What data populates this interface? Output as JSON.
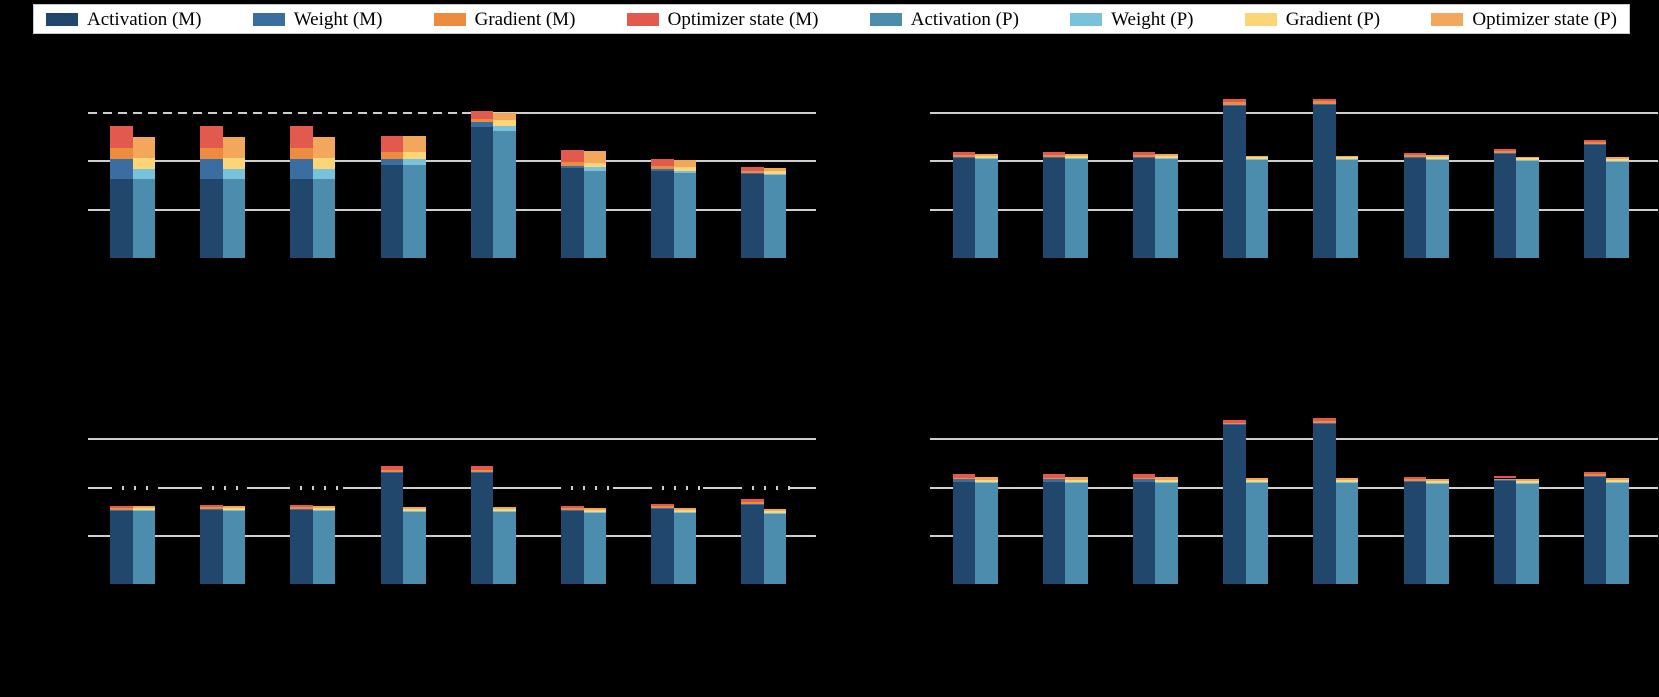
{
  "figure": {
    "background": "#000000",
    "note": "All titles, axis labels, tick labels and bar annotations of the original figure are rendered in black on a black background and are therefore not visible; only the legend, white gridlines (with text-shaped gaps) and the stacked bars are visible."
  },
  "legend": {
    "entries": [
      {
        "label": "Activation (M)",
        "color_key": "activation_m"
      },
      {
        "label": "Weight (M)",
        "color_key": "weight_m"
      },
      {
        "label": "Gradient (M)",
        "color_key": "gradient_m"
      },
      {
        "label": "Optimizer state (M)",
        "color_key": "optimizer_m"
      },
      {
        "label": "Activation (P)",
        "color_key": "activation_p"
      },
      {
        "label": "Weight (P)",
        "color_key": "weight_p"
      },
      {
        "label": "Gradient (P)",
        "color_key": "gradient_p"
      },
      {
        "label": "Optimizer state (P)",
        "color_key": "optimizer_p"
      }
    ]
  },
  "chart_data": {
    "type": "bar",
    "stacked": true,
    "layout_hint": "2x2 grid of subplots; each subplot has 8 groups; each group is a pair of adjacent stacked bars: M (left) and P (right)",
    "legend_position": "top strip, white background, horizontal",
    "grid": "3 horizontal white gridlines per subplot; axis/tick text not visible (black on black)",
    "value_units": "relative units: 1.0 equals one gridline spacing (numeric y-axis labels are not visible in the image)",
    "segment_order_bottom_to_top": [
      "activation",
      "weight",
      "gradient",
      "optimizer_state"
    ],
    "colors": {
      "activation_m": "#21486c",
      "weight_m": "#3a6da0",
      "gradient_m": "#ed8b3e",
      "optimizer_m": "#e2594e",
      "activation_p": "#4c8dad",
      "weight_p": "#79c2dc",
      "gradient_p": "#fcd577",
      "optimizer_p": "#f3a75c",
      "gridline": "#cfcfcf"
    },
    "subplots": [
      {
        "id": "top-left",
        "gridlines_y_units": [
          1,
          2,
          3
        ],
        "groups": [
          {
            "m": [
              1.63,
              0.41,
              0.24,
              0.45
            ],
            "p": [
              1.63,
              0.21,
              0.23,
              0.43
            ]
          },
          {
            "m": [
              1.63,
              0.41,
              0.24,
              0.45
            ],
            "p": [
              1.63,
              0.21,
              0.23,
              0.43
            ]
          },
          {
            "m": [
              1.63,
              0.41,
              0.24,
              0.45
            ],
            "p": [
              1.63,
              0.21,
              0.23,
              0.43
            ]
          },
          {
            "m": [
              1.92,
              0.12,
              0.15,
              0.33
            ],
            "p": [
              1.92,
              0.12,
              0.15,
              0.33
            ]
          },
          {
            "m": [
              2.71,
              0.1,
              0.06,
              0.17
            ],
            "p": [
              2.62,
              0.12,
              0.12,
              0.15
            ]
          },
          {
            "m": [
              1.86,
              0.04,
              0.08,
              0.25
            ],
            "p": [
              1.8,
              0.08,
              0.08,
              0.25
            ]
          },
          {
            "m": [
              1.8,
              0.04,
              0.06,
              0.15
            ],
            "p": [
              1.76,
              0.04,
              0.08,
              0.15
            ]
          },
          {
            "m": [
              1.74,
              0.02,
              0.04,
              0.08
            ],
            "p": [
              1.72,
              0.02,
              0.06,
              0.06
            ]
          }
        ]
      },
      {
        "id": "top-right",
        "gridlines_y_units": [
          1,
          2,
          3
        ],
        "groups": [
          {
            "m": [
              2.07,
              0.02,
              0.04,
              0.06
            ],
            "p": [
              2.05,
              0.02,
              0.04,
              0.04
            ]
          },
          {
            "m": [
              2.07,
              0.02,
              0.04,
              0.06
            ],
            "p": [
              2.05,
              0.02,
              0.04,
              0.04
            ]
          },
          {
            "m": [
              2.07,
              0.02,
              0.04,
              0.06
            ],
            "p": [
              2.05,
              0.02,
              0.04,
              0.04
            ]
          },
          {
            "m": [
              3.14,
              0.02,
              0.06,
              0.06
            ],
            "p": [
              2.02,
              0.02,
              0.04,
              0.04
            ]
          },
          {
            "m": [
              3.16,
              0.02,
              0.06,
              0.06
            ],
            "p": [
              2.02,
              0.02,
              0.04,
              0.04
            ]
          },
          {
            "m": [
              2.07,
              0.02,
              0.04,
              0.05
            ],
            "p": [
              2.03,
              0.02,
              0.04,
              0.04
            ]
          },
          {
            "m": [
              2.15,
              0.02,
              0.04,
              0.05
            ],
            "p": [
              2.0,
              0.02,
              0.04,
              0.04
            ]
          },
          {
            "m": [
              2.33,
              0.02,
              0.04,
              0.05
            ],
            "p": [
              1.98,
              0.02,
              0.04,
              0.04
            ]
          }
        ]
      },
      {
        "id": "bottom-left",
        "gridlines_y_units": [
          1,
          2,
          3
        ],
        "groups": [
          {
            "m": [
              1.52,
              0.02,
              0.03,
              0.05
            ],
            "p": [
              1.52,
              0.02,
              0.03,
              0.04
            ]
          },
          {
            "m": [
              1.54,
              0.02,
              0.03,
              0.06
            ],
            "p": [
              1.52,
              0.02,
              0.03,
              0.04
            ]
          },
          {
            "m": [
              1.54,
              0.02,
              0.03,
              0.06
            ],
            "p": [
              1.52,
              0.02,
              0.03,
              0.04
            ]
          },
          {
            "m": [
              2.31,
              0.02,
              0.04,
              0.08
            ],
            "p": [
              1.5,
              0.02,
              0.03,
              0.04
            ]
          },
          {
            "m": [
              2.31,
              0.02,
              0.04,
              0.09
            ],
            "p": [
              1.5,
              0.02,
              0.03,
              0.04
            ]
          },
          {
            "m": [
              1.52,
              0.02,
              0.03,
              0.05
            ],
            "p": [
              1.48,
              0.02,
              0.03,
              0.04
            ]
          },
          {
            "m": [
              1.56,
              0.02,
              0.03,
              0.05
            ],
            "p": [
              1.48,
              0.02,
              0.03,
              0.04
            ]
          },
          {
            "m": [
              1.64,
              0.02,
              0.04,
              0.06
            ],
            "p": [
              1.46,
              0.02,
              0.03,
              0.04
            ]
          }
        ]
      },
      {
        "id": "bottom-right",
        "gridlines_y_units": [
          1,
          2,
          3
        ],
        "groups": [
          {
            "m": [
              2.12,
              0.05,
              0.03,
              0.08
            ],
            "p": [
              2.1,
              0.02,
              0.04,
              0.06
            ]
          },
          {
            "m": [
              2.12,
              0.05,
              0.03,
              0.08
            ],
            "p": [
              2.1,
              0.02,
              0.04,
              0.06
            ]
          },
          {
            "m": [
              2.12,
              0.05,
              0.03,
              0.08
            ],
            "p": [
              2.1,
              0.02,
              0.04,
              0.06
            ]
          },
          {
            "m": [
              3.3,
              0.02,
              0.03,
              0.06
            ],
            "p": [
              2.1,
              0.02,
              0.04,
              0.05
            ]
          },
          {
            "m": [
              3.33,
              0.02,
              0.03,
              0.06
            ],
            "p": [
              2.1,
              0.02,
              0.04,
              0.05
            ]
          },
          {
            "m": [
              2.12,
              0.02,
              0.03,
              0.06
            ],
            "p": [
              2.08,
              0.02,
              0.04,
              0.05
            ]
          },
          {
            "m": [
              2.14,
              0.02,
              0.03,
              0.06
            ],
            "p": [
              2.08,
              0.02,
              0.04,
              0.05
            ]
          },
          {
            "m": [
              2.23,
              0.02,
              0.03,
              0.05
            ],
            "p": [
              2.1,
              0.02,
              0.04,
              0.05
            ]
          }
        ]
      }
    ]
  }
}
